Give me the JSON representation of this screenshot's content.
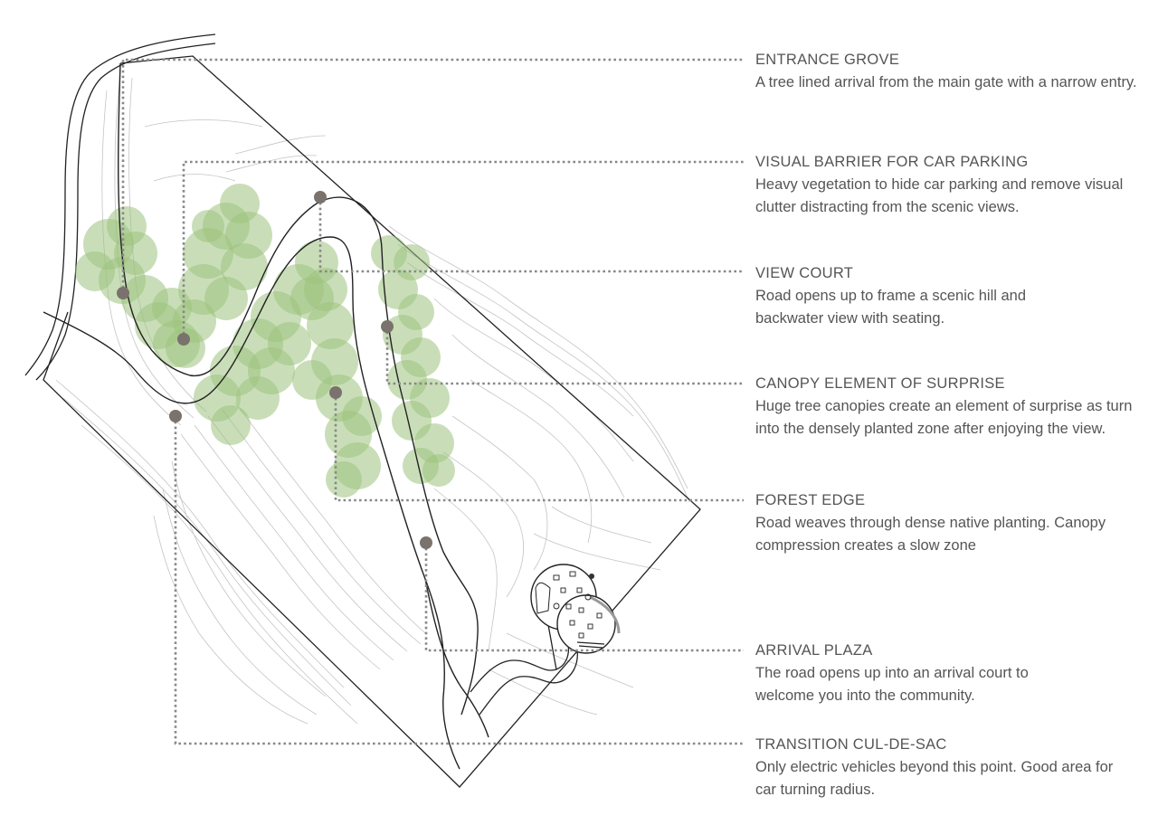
{
  "annotations": [
    {
      "title": "ENTRANCE GROVE",
      "description": "A tree lined arrival from the main gate with a narrow entry."
    },
    {
      "title": "VISUAL BARRIER FOR CAR PARKING",
      "description": "Heavy vegetation to hide car parking and remove visual clutter distracting from the scenic views."
    },
    {
      "title": "VIEW COURT",
      "description": "Road opens up to frame a scenic hill and backwater view with seating."
    },
    {
      "title": "CANOPY ELEMENT OF SURPRISE",
      "description": "Huge tree canopies create an element of surprise as turn into the densely planted zone after enjoying the view."
    },
    {
      "title": "FOREST EDGE",
      "description": "Road weaves through dense native planting. Canopy compression creates a slow zone"
    },
    {
      "title": "ARRIVAL PLAZA",
      "description": "The road opens up into an arrival court to welcome you into the community."
    },
    {
      "title": "TRANSITION CUL-DE-SAC",
      "description": "Only electric vehicles beyond this point. Good area for car turning radius."
    }
  ],
  "colors": {
    "vegetation": "#9dc27e",
    "marker": "#7a726c",
    "leader": "#888888",
    "text": "#555555",
    "linework": "#222222",
    "contour": "#b8b8b8"
  }
}
